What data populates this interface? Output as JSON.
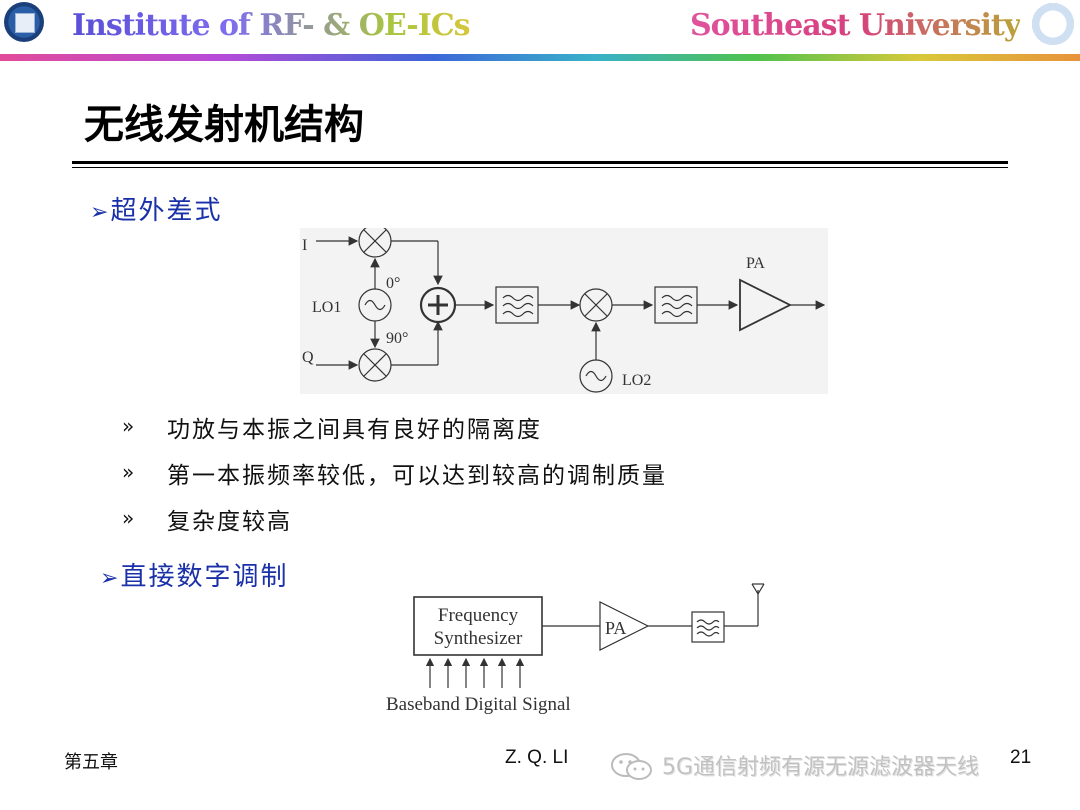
{
  "header": {
    "left_title": "Institute of RF- & OE-ICs",
    "right_title": "Southeast University"
  },
  "slide": {
    "title": "无线发射机结构",
    "section1": {
      "arrow": "➢",
      "label": "超外差式"
    },
    "diagram1": {
      "labels": {
        "i": "I",
        "q": "Q",
        "lo1": "LO1",
        "phase0": "0°",
        "phase90": "90°",
        "pa": "PA",
        "lo2": "LO2"
      }
    },
    "bullets": [
      {
        "mark": "»",
        "text": "功放与本振之间具有良好的隔离度"
      },
      {
        "mark": "»",
        "text": "第一本振频率较低，可以达到较高的调制质量"
      },
      {
        "mark": "»",
        "text": "复杂度较高"
      }
    ],
    "section2": {
      "arrow": "➢",
      "label": "直接数字调制"
    },
    "diagram2": {
      "labels": {
        "synth_line1": "Frequency",
        "synth_line2": "Synthesizer",
        "pa": "PA",
        "baseband": "Baseband Digital Signal"
      }
    }
  },
  "footer": {
    "chapter": "第五章",
    "author": "Z. Q. LI",
    "page_partial": "21",
    "watermark": "5G通信射频有源无源滤波器天线"
  }
}
